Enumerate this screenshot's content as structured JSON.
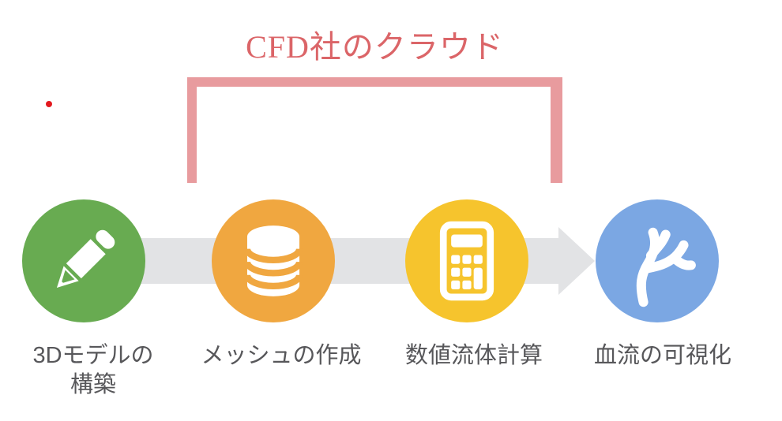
{
  "title": {
    "text": "CFD社のクラウド",
    "color": "#db6568"
  },
  "bracket": {
    "color": "#e89b9e",
    "covers_steps": [
      "メッシュの作成",
      "数値流体計算"
    ]
  },
  "marker_dot": {
    "color": "#e3191f"
  },
  "flow_arrow": {
    "color": "#e2e3e5",
    "direction": "right"
  },
  "label_color": "#57575a",
  "steps": [
    {
      "icon": "pencil-icon",
      "circle_color": "#68ab51",
      "lines": [
        "3Dモデルの",
        "構築"
      ]
    },
    {
      "icon": "database-icon",
      "circle_color": "#f0a740",
      "lines": [
        "メッシュの作成"
      ]
    },
    {
      "icon": "calculator-icon",
      "circle_color": "#f6c42d",
      "lines": [
        "数値流体計算"
      ]
    },
    {
      "icon": "vessel-branch-icon",
      "circle_color": "#7ba7e3",
      "lines": [
        "血流の可視化"
      ]
    }
  ]
}
